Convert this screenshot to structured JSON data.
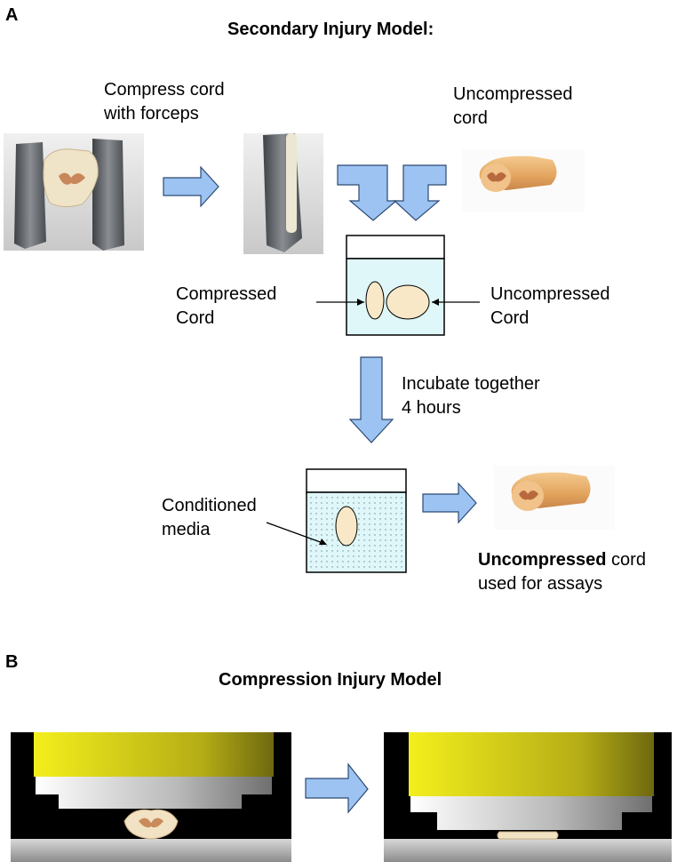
{
  "panel_a": {
    "letter": "A",
    "title": "Secondary Injury Model:",
    "label_compress": [
      "Compress cord",
      "with forceps"
    ],
    "label_uncompressed_top": [
      "Uncompressed",
      "cord"
    ],
    "label_compressed_cord": [
      "Compressed",
      "Cord"
    ],
    "label_uncompressed_cord": [
      "Uncompressed",
      "Cord"
    ],
    "label_incubate": [
      "Incubate together",
      "4 hours"
    ],
    "label_conditioned": [
      "Conditioned",
      "media"
    ],
    "result_bold": "Uncompressed",
    "result_rest": " cord",
    "result_line2": "used for assays"
  },
  "panel_b": {
    "letter": "B",
    "title": "Compression Injury Model"
  },
  "colors": {
    "arrow_fill": "#9cc3f2",
    "medium_fill": "#dff7f8",
    "tissue_fill": "#f8e8c8",
    "plate_yellow": "#f0ec1a"
  }
}
